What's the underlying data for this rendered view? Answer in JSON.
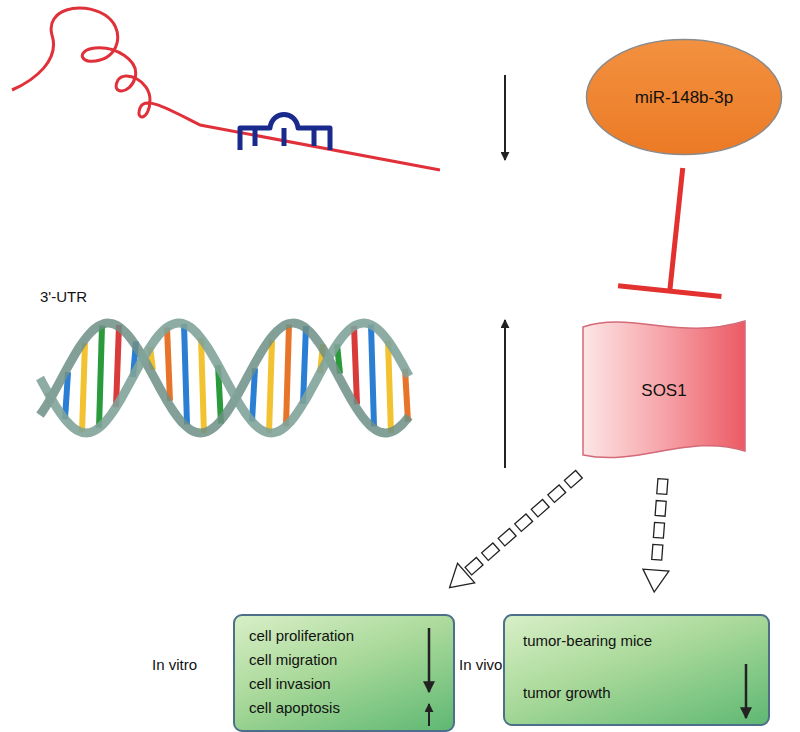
{
  "diagram": {
    "nodes": [
      {
        "text": [
          "miR-148b-3p"
        ]
      },
      {
        "text": [
          "SOS1"
        ]
      },
      {
        "text": [
          "cell proliferation",
          "cell migration",
          "cell invasion",
          "cell apoptosis"
        ]
      },
      {
        "text": [
          "tumor-bearing mice",
          "tumor growth"
        ]
      }
    ],
    "edges": [
      {
        "from": 0,
        "to": 1,
        "arrow": "to"
      },
      {
        "from": 1,
        "to": 2,
        "arrow": "to"
      },
      {
        "from": 1,
        "to": 3,
        "arrow": "to"
      }
    ],
    "labels": [
      "3'-UTR",
      "In vitro",
      "In vivo"
    ]
  }
}
